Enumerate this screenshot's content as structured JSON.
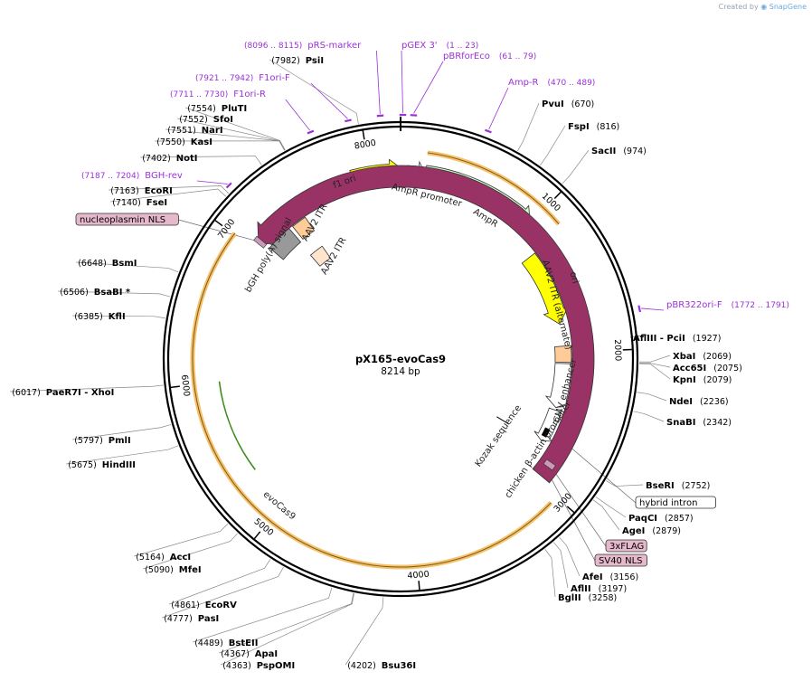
{
  "app": {
    "credit_prefix": "Created by",
    "brand": "SnapGene"
  },
  "plasmid": {
    "name": "pX165-evoCas9",
    "size_label": "8214 bp",
    "length": 8214
  },
  "ticks": [
    1000,
    2000,
    3000,
    4000,
    5000,
    6000,
    7000,
    8000
  ],
  "sites": [
    {
      "pos": 670,
      "name": "PvuI",
      "label": "(670)"
    },
    {
      "pos": 816,
      "name": "FspI",
      "label": "(816)"
    },
    {
      "pos": 974,
      "name": "SacII",
      "label": "(974)"
    },
    {
      "pos": 1927,
      "name": "AflIII - PciI",
      "label": "(1927)"
    },
    {
      "pos": 2069,
      "name": "XbaI",
      "label": "(2069)"
    },
    {
      "pos": 2075,
      "name": "Acc65I",
      "label": "(2075)"
    },
    {
      "pos": 2079,
      "name": "KpnI",
      "label": "(2079)"
    },
    {
      "pos": 2236,
      "name": "NdeI",
      "label": "(2236)"
    },
    {
      "pos": 2342,
      "name": "SnaBI",
      "label": "(2342)"
    },
    {
      "pos": 2752,
      "name": "BseRI",
      "label": "(2752)"
    },
    {
      "pos": 2857,
      "name": "PaqCI",
      "label": "(2857)"
    },
    {
      "pos": 2879,
      "name": "AgeI",
      "label": "(2879)"
    },
    {
      "pos": 3156,
      "name": "AfeI",
      "label": "(3156)"
    },
    {
      "pos": 3197,
      "name": "AflII",
      "label": "(3197)"
    },
    {
      "pos": 3258,
      "name": "BglII",
      "label": "(3258)"
    },
    {
      "pos": 4202,
      "name": "Bsu36I",
      "label": "(4202)"
    },
    {
      "pos": 4363,
      "name": "PspOMI",
      "label": "(4363)"
    },
    {
      "pos": 4367,
      "name": "ApaI",
      "label": "(4367)"
    },
    {
      "pos": 4489,
      "name": "BstEII",
      "label": "(4489)"
    },
    {
      "pos": 4777,
      "name": "PasI",
      "label": "(4777)"
    },
    {
      "pos": 4861,
      "name": "EcoRV",
      "label": "(4861)"
    },
    {
      "pos": 5090,
      "name": "MfeI",
      "label": "(5090)"
    },
    {
      "pos": 5164,
      "name": "AccI",
      "label": "(5164)"
    },
    {
      "pos": 5675,
      "name": "HindIII",
      "label": "(5675)"
    },
    {
      "pos": 5797,
      "name": "PmlI",
      "label": "(5797)"
    },
    {
      "pos": 6017,
      "name": "PaeR7I - XhoI",
      "label": "(6017)"
    },
    {
      "pos": 6385,
      "name": "KflI",
      "label": "(6385)"
    },
    {
      "pos": 6506,
      "name": "BsaBI *",
      "label": "(6506)"
    },
    {
      "pos": 6648,
      "name": "BsmI",
      "label": "(6648)"
    },
    {
      "pos": 7140,
      "name": "FseI",
      "label": "(7140)"
    },
    {
      "pos": 7163,
      "name": "EcoRI",
      "label": "(7163)"
    },
    {
      "pos": 7402,
      "name": "NotI",
      "label": "(7402)"
    },
    {
      "pos": 7550,
      "name": "KasI",
      "label": "(7550)"
    },
    {
      "pos": 7551,
      "name": "NarI",
      "label": "(7551)"
    },
    {
      "pos": 7552,
      "name": "SfoI",
      "label": "(7552)"
    },
    {
      "pos": 7554,
      "name": "PluTI",
      "label": "(7554)"
    },
    {
      "pos": 7982,
      "name": "PsiI",
      "label": "(7982)"
    }
  ],
  "primers": [
    {
      "pos": 8105,
      "name": "pRS-marker",
      "range": "(8096 .. 8115)"
    },
    {
      "pos": 12,
      "name": "pGEX 3'",
      "range": "(1 .. 23)"
    },
    {
      "pos": 70,
      "name": "pBRforEco",
      "range": "(61 .. 79)"
    },
    {
      "pos": 480,
      "name": "Amp-R",
      "range": "(470 .. 489)"
    },
    {
      "pos": 1782,
      "name": "pBR322ori-F",
      "range": "(1772 .. 1791)"
    },
    {
      "pos": 7931,
      "name": "F1ori-F",
      "range": "(7921 .. 7942)"
    },
    {
      "pos": 7720,
      "name": "F1ori-R",
      "range": "(7711 .. 7730)"
    },
    {
      "pos": 7195,
      "name": "BGH-rev",
      "range": "(7187 .. 7204)"
    }
  ],
  "boxed_features": [
    {
      "name": "nucleoplasmin NLS",
      "style": "pink"
    },
    {
      "name": "hybrid intron",
      "style": "white"
    },
    {
      "name": "3xFLAG",
      "style": "pink"
    },
    {
      "name": "SV40 NLS",
      "style": "pink"
    }
  ],
  "features": [
    {
      "name": "f1 ori",
      "label": "f1 ori",
      "color": "#ffff00"
    },
    {
      "name": "AmpR promoter",
      "label": "AmpR promoter",
      "color": "#ffffff"
    },
    {
      "name": "AmpR",
      "label": "AmpR",
      "color": "#ccffcc"
    },
    {
      "name": "ori",
      "label": "ori",
      "color": "#ffff00"
    },
    {
      "name": "AAV2 ITR (alternate)",
      "label": "AAV2 ITR (alternate)",
      "color": "#ffcc99"
    },
    {
      "name": "CMV enhancer",
      "label": "CMV enhancer",
      "color": "#ffffff"
    },
    {
      "name": "chicken beta-actin promoter",
      "label": "chicken β-actin promoter",
      "color": "#ffffff"
    },
    {
      "name": "Kozak sequence",
      "label": "Kozak sequence",
      "color": "#ffffff"
    },
    {
      "name": "evoCas9",
      "label": "evoCas9",
      "color": "#993366"
    },
    {
      "name": "bGH poly(A) signal",
      "label": "bGH poly(A) signal",
      "color": "#999999"
    },
    {
      "name": "AAV2 ITR",
      "label": "AAV2 ITR",
      "color": "#ffcc99"
    },
    {
      "name": "AAV2 ITR 2",
      "label": "AAV2 ITR",
      "color": "#ffe5cc"
    }
  ],
  "colors": {
    "backbone": "#000000",
    "primer": "#9b30d9",
    "orf": "#f5c16c",
    "orf_green": "#3c8c1c"
  }
}
